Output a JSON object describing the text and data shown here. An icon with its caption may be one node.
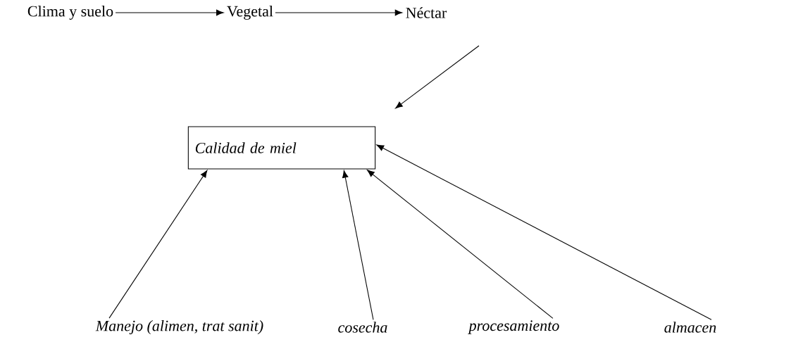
{
  "diagram": {
    "nodes": [
      {
        "text": [
          "Clima y suelo"
        ]
      },
      {
        "text": [
          "Vegetal"
        ]
      },
      {
        "text": [
          "Néctar"
        ]
      },
      {
        "text": [
          "Calidad de miel"
        ]
      },
      {
        "text": [
          "Manejo (alimen, trat sanit)"
        ]
      },
      {
        "text": [
          "cosecha"
        ]
      },
      {
        "text": [
          "procesamiento"
        ]
      },
      {
        "text": [
          "almacen"
        ]
      }
    ],
    "edges": [
      {
        "from": 0,
        "to": 1,
        "arrow": "to"
      },
      {
        "from": 1,
        "to": 2,
        "arrow": "to"
      },
      {
        "from": 2,
        "to": 3,
        "arrow": "to"
      },
      {
        "from": 4,
        "to": 3,
        "arrow": "to"
      },
      {
        "from": 5,
        "to": 3,
        "arrow": "to"
      },
      {
        "from": 6,
        "to": 3,
        "arrow": "to"
      },
      {
        "from": 7,
        "to": 3,
        "arrow": "to"
      }
    ]
  }
}
